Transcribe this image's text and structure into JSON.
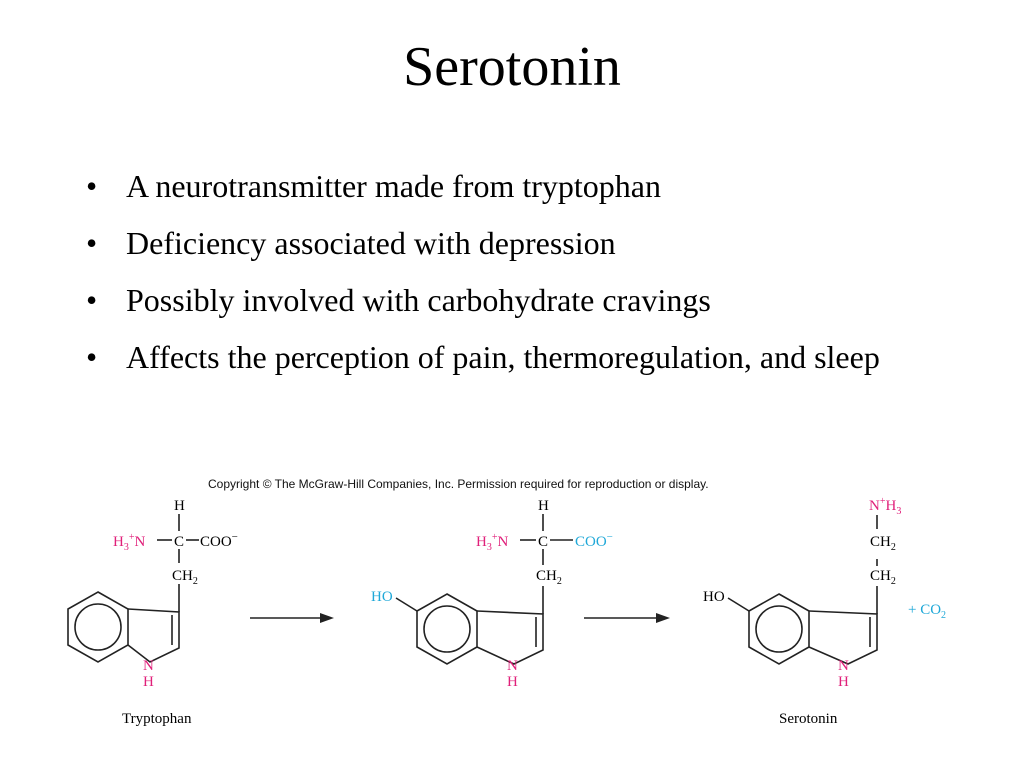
{
  "slide": {
    "title": "Serotonin",
    "bullets": [
      "A neurotransmitter made from tryptophan",
      "Deficiency associated with depression",
      "Possibly involved with carbohydrate cravings",
      "Affects the perception of pain, thermoregulation, and sleep"
    ]
  },
  "figure": {
    "copyright": "Copyright © The McGraw-Hill Companies, Inc. Permission required for reproduction or display.",
    "colors": {
      "amine": "#e0207a",
      "hydroxyl": "#1fa8d8",
      "bond": "#222222"
    },
    "atoms": {
      "h": "H",
      "n": "N",
      "c": "C",
      "coo": "COO",
      "charge": "−",
      "ch": "CH",
      "ho": "HO",
      "co": "+ CO",
      "sub2": "2",
      "sub3": "3",
      "plus": "+"
    },
    "tryptophan_label": "Tryptophan",
    "serotonin_label": "Serotonin"
  }
}
